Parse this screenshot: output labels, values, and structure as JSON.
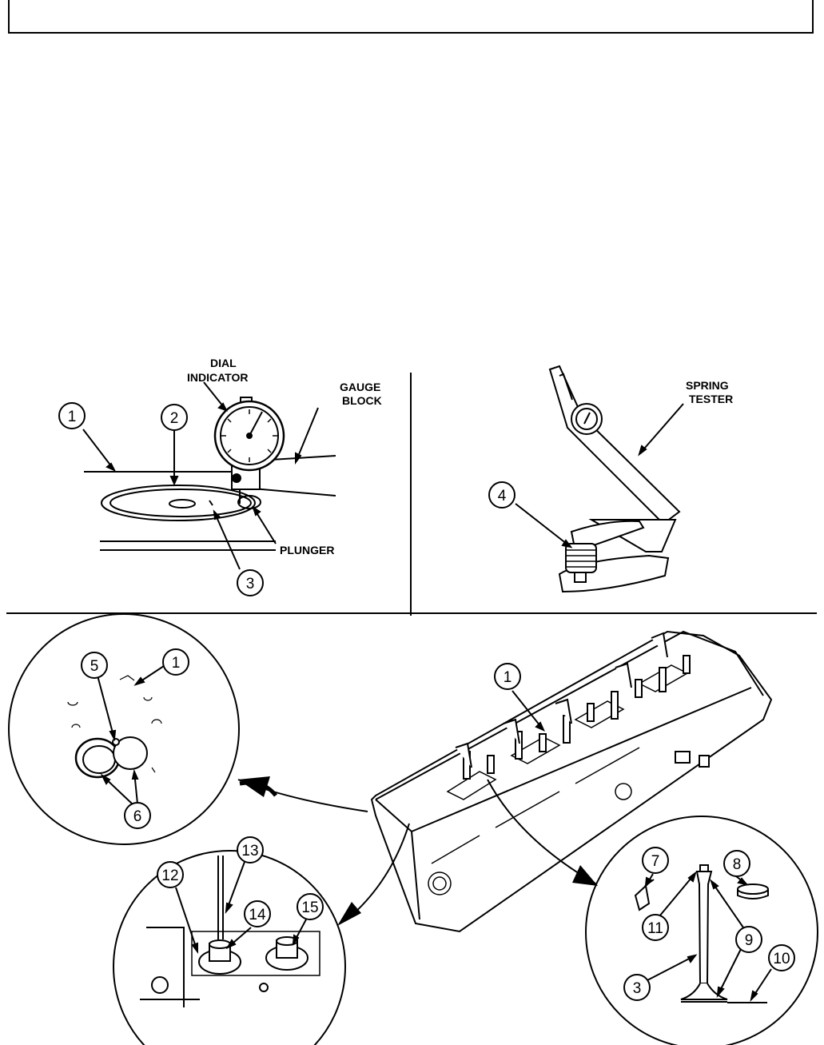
{
  "panel_a": {
    "dial_indicator_label": [
      "DIAL",
      "INDICATOR"
    ],
    "gauge_block_label": [
      "GAUGE",
      "BLOCK"
    ],
    "plunger_label": "PLUNGER",
    "callouts": [
      "1",
      "2",
      "3"
    ]
  },
  "panel_b": {
    "spring_tester_label": [
      "SPRING",
      "TESTER"
    ],
    "callouts": [
      "4"
    ]
  },
  "detail_upper_left": {
    "callouts": [
      "5",
      "1",
      "6"
    ]
  },
  "main_view": {
    "callouts": [
      "1"
    ]
  },
  "detail_lower_left": {
    "callouts": [
      "13",
      "12",
      "14",
      "15"
    ]
  },
  "detail_lower_right": {
    "callouts": [
      "7",
      "8",
      "11",
      "9",
      "10",
      "3"
    ]
  },
  "colors": {
    "ink": "#000000",
    "paper": "#ffffff"
  }
}
